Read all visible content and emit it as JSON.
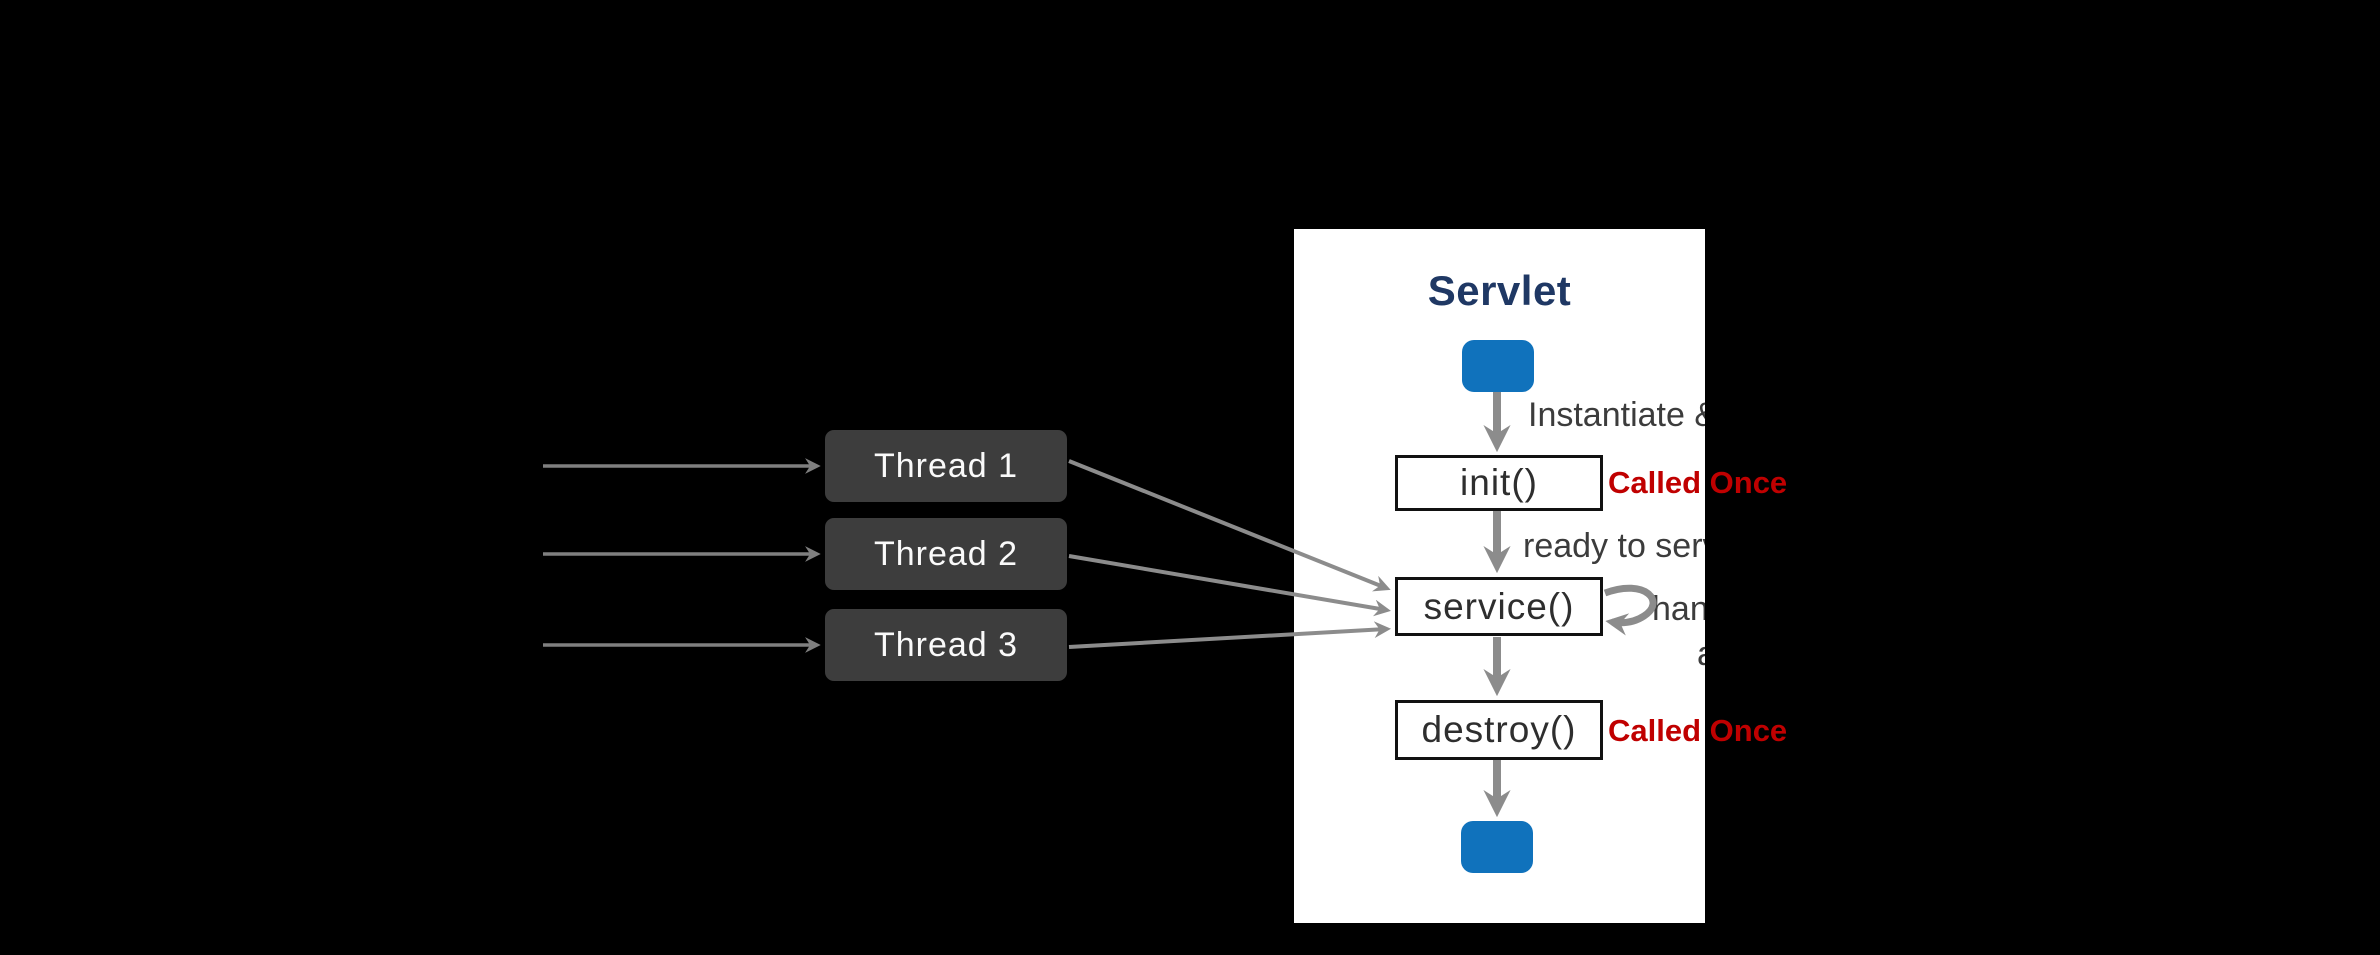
{
  "diagram": {
    "title": "Servlet",
    "boxes": [
      {
        "id": "init",
        "label": "init()"
      },
      {
        "id": "service",
        "label": "service()"
      },
      {
        "id": "destroy",
        "label": "destroy()"
      }
    ],
    "annotations": {
      "instantiate": "Instantiate &",
      "ready": "ready to serv",
      "handle_line1": "hand",
      "handle_line2": "and",
      "called_once_init": "Called Once",
      "called_once_destroy": "Called Once"
    },
    "colors": {
      "background": "#000000",
      "panel": "#ffffff",
      "title_navy": "#1F3864",
      "node_blue": "#1072BC",
      "alert_red": "#C00000",
      "arrow_gray": "#8c8c8c",
      "thread_box_gray": "#3d3d3d"
    }
  },
  "threads": {
    "items": [
      {
        "label": "Thread 1"
      },
      {
        "label": "Thread 2"
      },
      {
        "label": "Thread 3"
      }
    ]
  }
}
